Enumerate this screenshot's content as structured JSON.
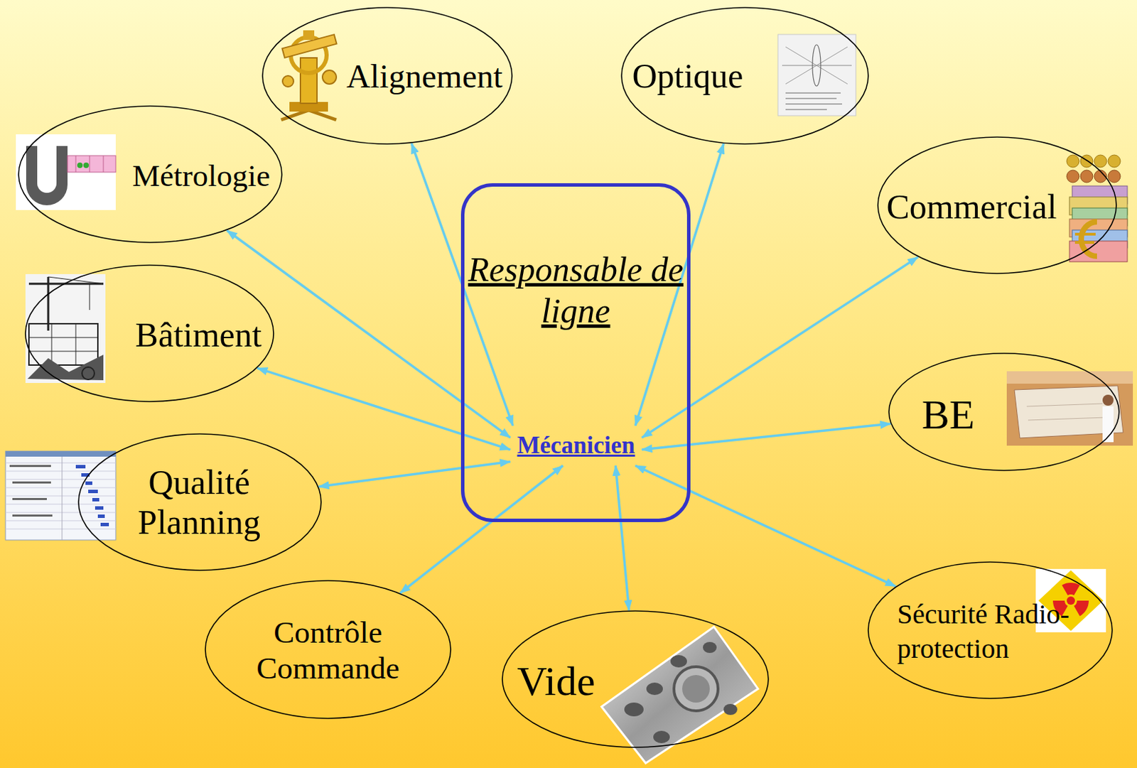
{
  "diagram": {
    "nodes": [
      {
        "text": [
          "Alignement"
        ]
      },
      {
        "text": [
          "Optique"
        ]
      },
      {
        "text": [
          "Métrologie"
        ]
      },
      {
        "text": [
          "Commercial"
        ]
      },
      {
        "text": [
          "Responsable de ligne"
        ]
      },
      {
        "text": [
          "Mécanicien"
        ],
        "in": 4
      },
      {
        "text": [
          "Bâtiment"
        ]
      },
      {
        "text": [
          "BE"
        ]
      },
      {
        "text": [
          "Qualité Planning"
        ]
      },
      {
        "text": [
          "Sécurité Radio-protection"
        ]
      },
      {
        "text": [
          "Contrôle Commande"
        ]
      },
      {
        "text": [
          "Vide"
        ]
      }
    ],
    "edges": [
      {
        "from": 5,
        "to": 0,
        "arrow": "both"
      },
      {
        "from": 5,
        "to": 1,
        "arrow": "both"
      },
      {
        "from": 5,
        "to": 2,
        "arrow": "both"
      },
      {
        "from": 5,
        "to": 3,
        "arrow": "both"
      },
      {
        "from": 5,
        "to": 6,
        "arrow": "both"
      },
      {
        "from": 5,
        "to": 7,
        "arrow": "both"
      },
      {
        "from": 5,
        "to": 8,
        "arrow": "both"
      },
      {
        "from": 5,
        "to": 9,
        "arrow": "both"
      },
      {
        "from": 5,
        "to": 10,
        "arrow": "both"
      },
      {
        "from": 5,
        "to": 11,
        "arrow": "both"
      }
    ]
  }
}
